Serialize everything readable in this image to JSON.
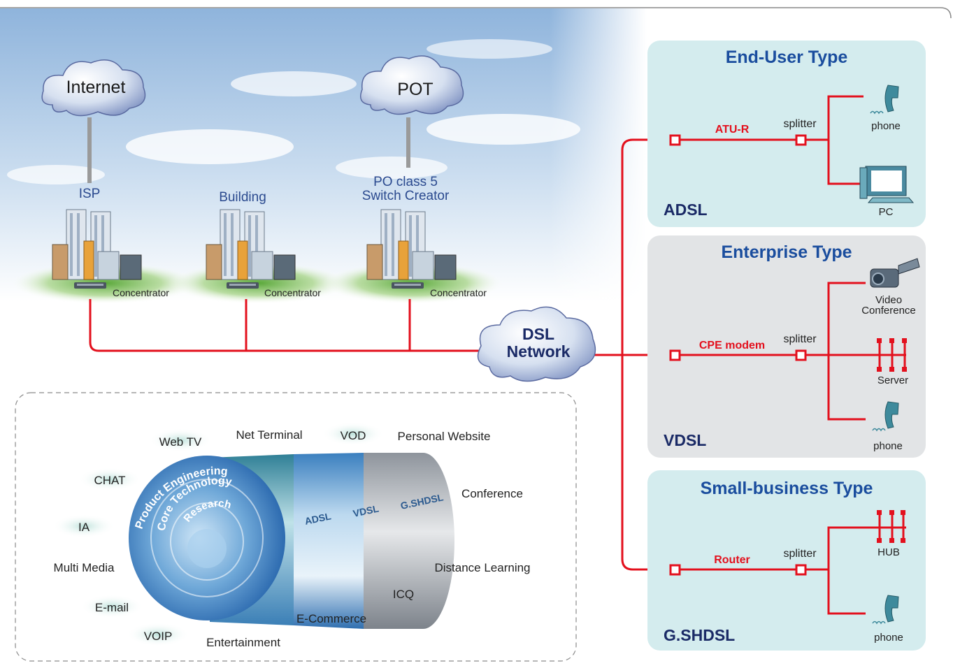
{
  "clouds": {
    "internet": "Internet",
    "pot": "POT",
    "dsl_line1": "DSL",
    "dsl_line2": "Network"
  },
  "sites": {
    "isp": "ISP",
    "building": "Building",
    "po_line1": "PO class 5",
    "po_line2": "Switch Creator",
    "concentrator": "Concentrator"
  },
  "panels": {
    "end_user": {
      "title": "End-User Type",
      "tech": "ADSL",
      "device": "ATU-R",
      "splitter": "splitter",
      "endpoint1": "phone",
      "endpoint2": "PC"
    },
    "enterprise": {
      "title": "Enterprise Type",
      "tech": "VDSL",
      "device": "CPE modem",
      "splitter": "splitter",
      "endpoint1_line1": "Video",
      "endpoint1_line2": "Conference",
      "endpoint2": "Server",
      "endpoint3": "phone"
    },
    "small_business": {
      "title": "Small-business Type",
      "tech": "G.SHDSL",
      "device": "Router",
      "splitter": "splitter",
      "endpoint1": "HUB",
      "endpoint2": "phone"
    }
  },
  "tube": {
    "rings": [
      "Product Engineering",
      "Core Technology",
      "Research"
    ],
    "segments": [
      "ADSL",
      "VDSL",
      "G.SHDSL"
    ]
  },
  "applications": [
    "Web TV",
    "Net Terminal",
    "VOD",
    "Personal Website",
    "CHAT",
    "Conference",
    "IA",
    "Multi Media",
    "Distance Learning",
    "E-mail",
    "ICQ",
    "VOIP",
    "Entertainment",
    "E-Commerce"
  ],
  "colors": {
    "link_red": "#e3101d",
    "panel_cyan": "#d4ecee",
    "panel_gray": "#e2e4e6",
    "title_blue": "#1a4d9e"
  }
}
